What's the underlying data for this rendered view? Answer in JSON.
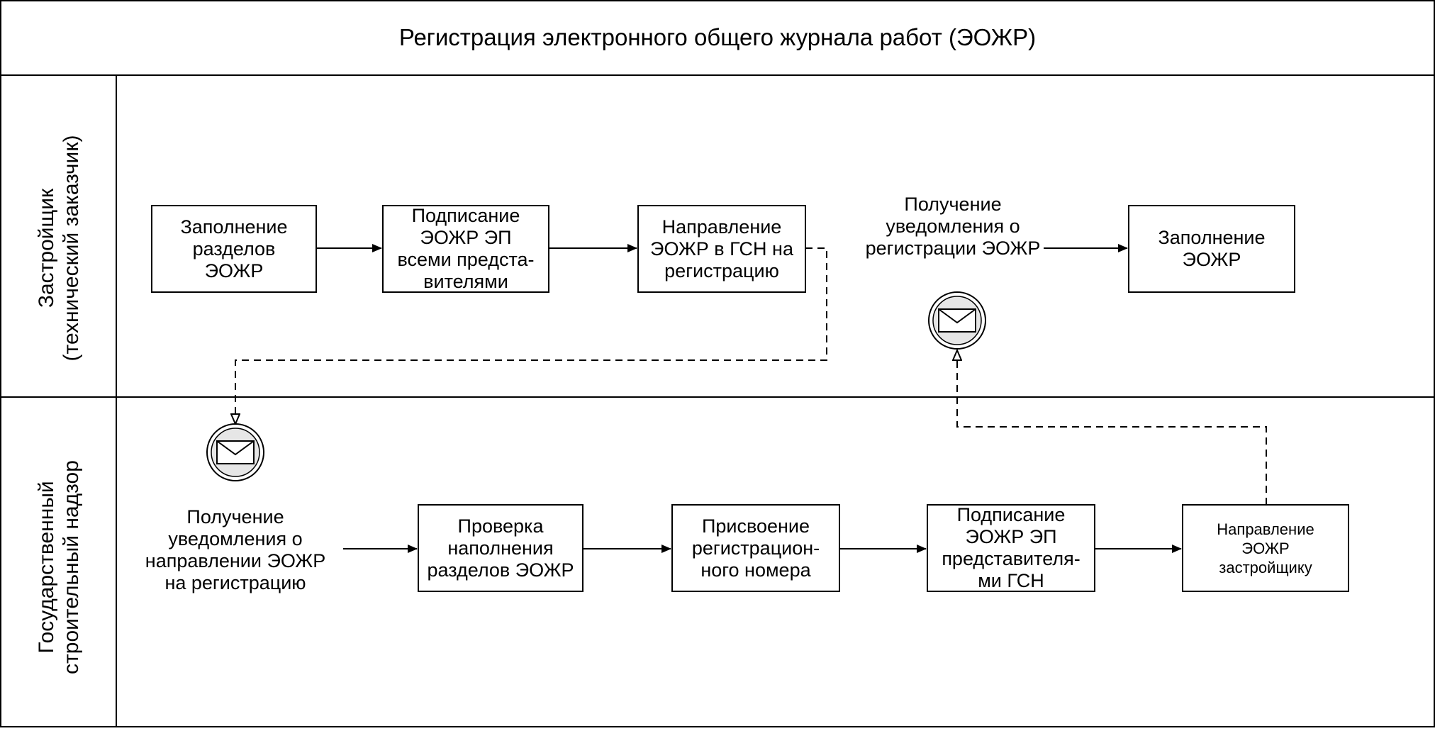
{
  "title": "Регистрация электронного общего журнала работ (ЭОЖР)",
  "lanes": [
    {
      "label": "Застройщик\n(технический заказчик)"
    },
    {
      "label": "Государственный\nстроительный надзор"
    }
  ],
  "lane1": {
    "task1": "Заполнение\nразделов\nЭОЖР",
    "task2": "Подписание\nЭОЖР ЭП\nвсеми предста-\nвителями",
    "task3": "Направление\nЭОЖР в ГСН на\nрегистрацию",
    "event_receive": "Получение\nуведомления о\nрегистрации ЭОЖР",
    "task4": "Заполнение\nЭОЖР"
  },
  "lane2": {
    "event_receive": "Получение\nуведомления о\nнаправлении ЭОЖР\nна регистрацию",
    "task1": "Проверка\nнаполнения\nразделов ЭОЖР",
    "task2": "Присвоение\nрегистрацион-\nного номера",
    "task3": "Подписание\nЭОЖР ЭП\nпредставителя-\nми ГСН",
    "task4": "Направление\nЭОЖР\nзастройщику"
  },
  "icons": [
    "envelope-icon",
    "envelope-icon"
  ],
  "colors": {
    "line": "#000000",
    "background": "#ffffff",
    "event_fill": "#e6e6e6"
  }
}
